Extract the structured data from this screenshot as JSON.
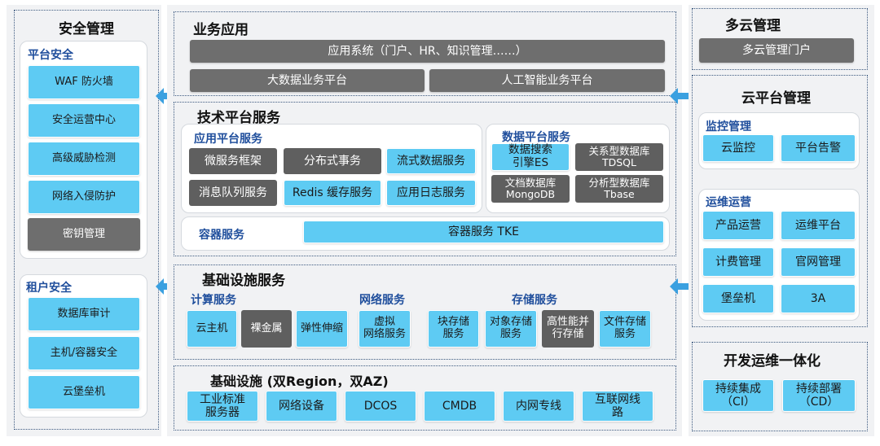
{
  "security": {
    "title": "安全管理",
    "platform_title": "平台安全",
    "platform_items": [
      "WAF 防火墙",
      "安全运营中心",
      "高级威胁检测",
      "网络入侵防护",
      "密钥管理"
    ],
    "tenant_title": "租户安全",
    "tenant_items": [
      "数据库审计",
      "主机/容器安全",
      "云堡垒机"
    ]
  },
  "business": {
    "title": "业务应用",
    "app_system": "应用系统（门户、HR、知识管理……）",
    "bigdata": "大数据业务平台",
    "ai": "人工智能业务平台"
  },
  "tech": {
    "title": "技术平台服务",
    "app_platform_title": "应用平台服务",
    "app_items": [
      "微服务框架",
      "分布式事务",
      "流式数据服务",
      "消息队列服务",
      "Redis 缓存服务",
      "应用日志服务"
    ],
    "data_platform_title": "数据平台服务",
    "data_items": [
      "数据搜索\n引擎ES",
      "关系型数据库\nTDSQL",
      "文档数据库\nMongoDB",
      "分析型数据库\nTbase"
    ],
    "container_title": "容器服务",
    "container_item": "容器服务 TKE"
  },
  "infra_services": {
    "title": "基础设施服务",
    "compute_title": "计算服务",
    "compute_items": [
      "云主机",
      "裸金属",
      "弹性伸缩"
    ],
    "network_title": "网络服务",
    "network_items": [
      "虚拟\n网络服务"
    ],
    "storage_title": "存储服务",
    "storage_items": [
      "块存储\n服务",
      "对象存储\n服务",
      "高性能并\n行存储",
      "文件存储\n服务"
    ]
  },
  "infra": {
    "title": "基础设施 (双Region，双AZ)",
    "items": [
      "工业标准\n服务器",
      "网络设备",
      "DCOS",
      "CMDB",
      "内网专线",
      "互联网线\n路"
    ]
  },
  "multicloud": {
    "title": "多云管理",
    "item": "多云管理门户"
  },
  "cloud_platform": {
    "title": "云平台管理",
    "monitor_title": "监控管理",
    "monitor_items": [
      "云监控",
      "平台告警"
    ],
    "ops_title": "运维运营",
    "ops_items": [
      "产品运营",
      "运维平台",
      "计费管理",
      "官网管理",
      "堡垒机",
      "3A"
    ]
  },
  "devops": {
    "title": "开发运维一体化",
    "items": [
      "持续集成\n（CI）",
      "持续部署\n（CD）"
    ]
  },
  "colors": {
    "cyan": "#5ecbf3",
    "gray": "#6e6e6e",
    "arrow": "#3aa0e0",
    "title_blue": "#1f4e9c"
  }
}
